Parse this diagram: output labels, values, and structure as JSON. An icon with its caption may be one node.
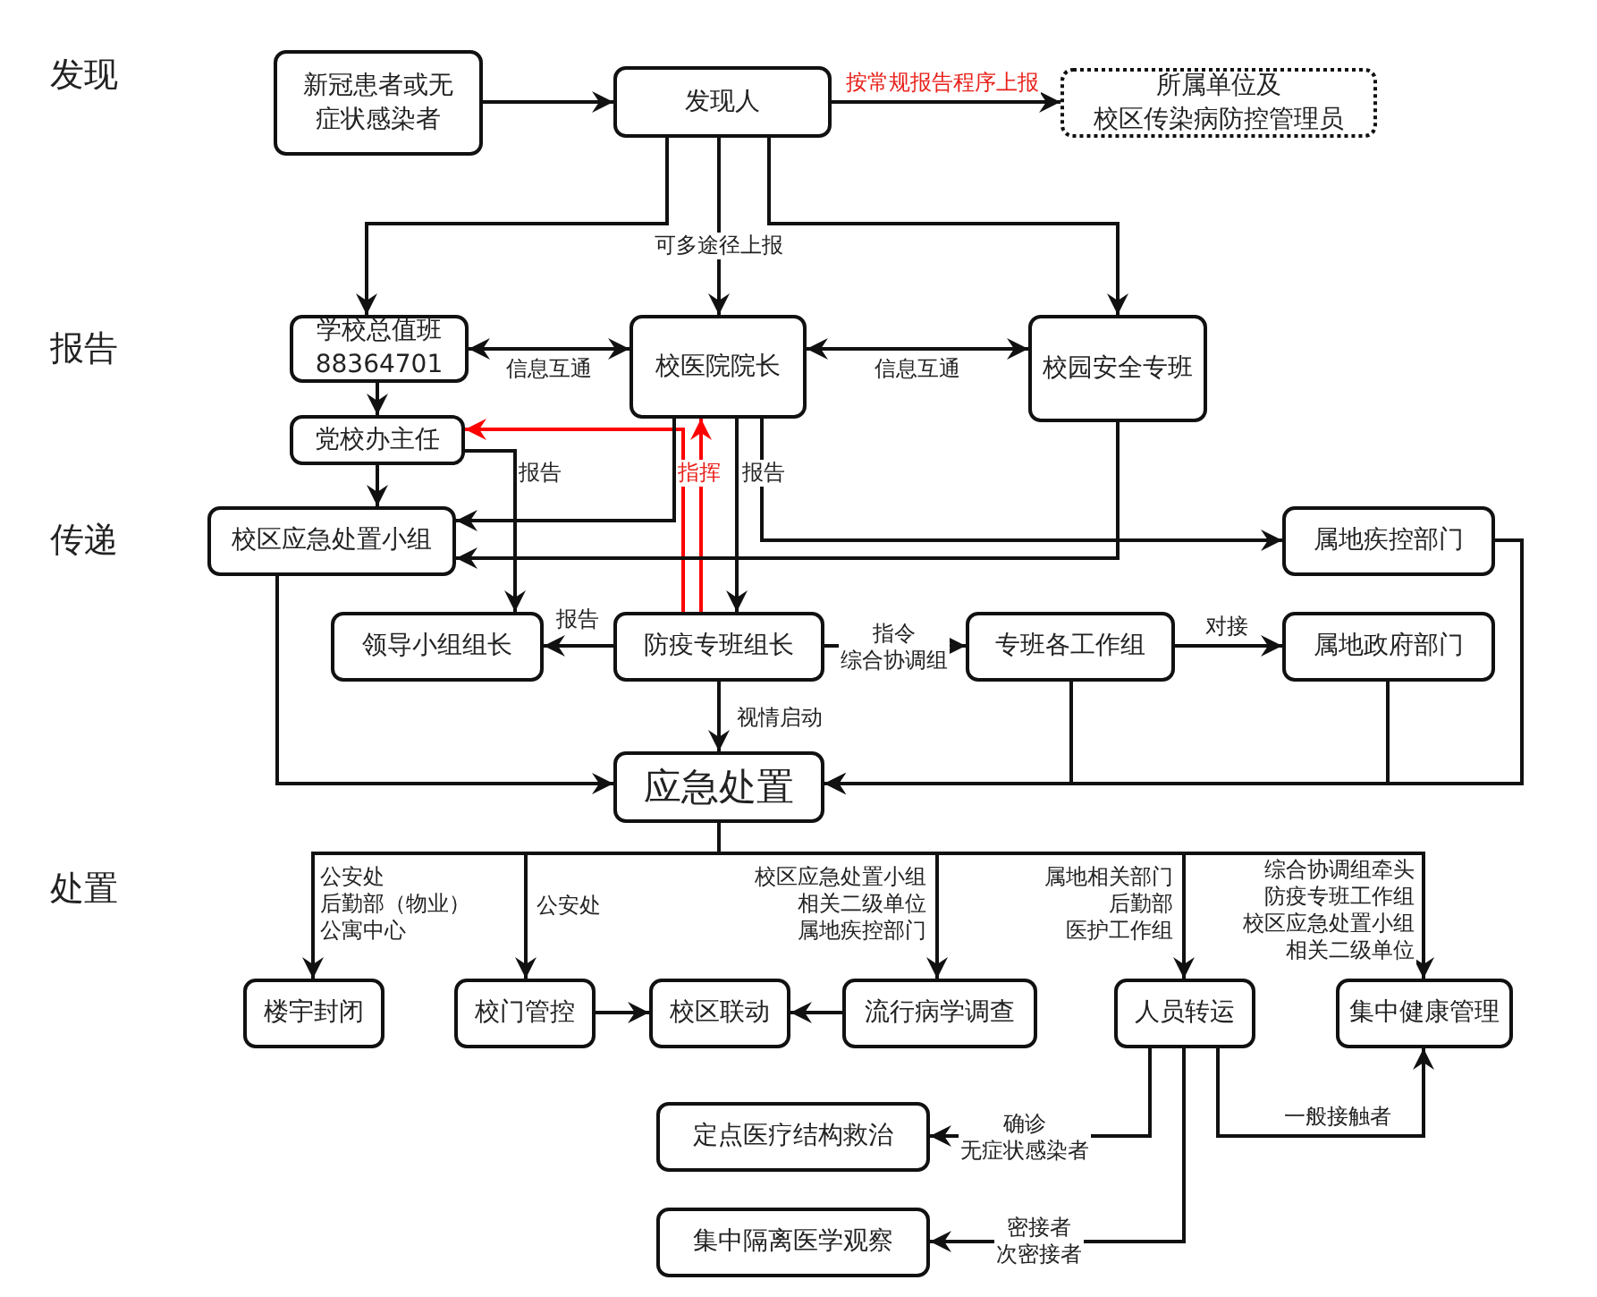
{
  "diagram": {
    "nodes": [
      {
        "text": [
          "新冠患者或无症状感染者"
        ]
      },
      {
        "text": [
          "发现人"
        ]
      },
      {
        "text": [
          "所属单位及校区传染病防控管理员"
        ]
      },
      {
        "text": [
          "学校总值班88364701"
        ]
      },
      {
        "text": [
          "校医院院长"
        ]
      },
      {
        "text": [
          "校园安全专班"
        ]
      },
      {
        "text": [
          "党校办主任"
        ]
      },
      {
        "text": [
          "校区应急处置小组"
        ]
      },
      {
        "text": [
          "属地疾控部门"
        ]
      },
      {
        "text": [
          "领导小组组长"
        ]
      },
      {
        "text": [
          "防疫专班组长"
        ]
      },
      {
        "text": [
          "专班各工作组"
        ]
      },
      {
        "text": [
          "属地政府部门"
        ]
      },
      {
        "text": [
          "应急处置"
        ]
      },
      {
        "text": [
          "楼宇封闭"
        ]
      },
      {
        "text": [
          "校门管控"
        ]
      },
      {
        "text": [
          "校区联动"
        ]
      },
      {
        "text": [
          "流行病学调查"
        ]
      },
      {
        "text": [
          "人员转运"
        ]
      },
      {
        "text": [
          "集中健康管理"
        ]
      },
      {
        "text": [
          "定点医疗结构救治"
        ]
      },
      {
        "text": [
          "集中隔离医学观察"
        ]
      }
    ],
    "edges": [
      {
        "from": 0,
        "to": 1,
        "arrow": "to"
      },
      {
        "from": 1,
        "to": 2,
        "arrow": "to",
        "label": "按常规报告程序上报"
      },
      {
        "from": 1,
        "to": 3,
        "arrow": "to"
      },
      {
        "from": 1,
        "to": 4,
        "arrow": "to",
        "label": "可多途径上报"
      },
      {
        "from": 1,
        "to": 5,
        "arrow": "to"
      },
      {
        "from": 3,
        "to": 4,
        "arrow": "both",
        "label": "信息互通"
      },
      {
        "from": 4,
        "to": 5,
        "arrow": "both",
        "label": "信息互通"
      },
      {
        "from": 3,
        "to": 6,
        "arrow": "to"
      },
      {
        "from": 6,
        "to": 7,
        "arrow": "to"
      },
      {
        "from": 6,
        "to": 9,
        "arrow": "to",
        "label": "报告"
      },
      {
        "from": 10,
        "to": 6,
        "arrow": "to",
        "color": "#ff0000"
      },
      {
        "from": 10,
        "to": 4,
        "arrow": "to",
        "color": "#ff0000",
        "label": "指挥"
      },
      {
        "from": 4,
        "to": 7,
        "arrow": "to"
      },
      {
        "from": 4,
        "to": 10,
        "arrow": "to",
        "label": "报告"
      },
      {
        "from": 4,
        "to": 8,
        "arrow": "to"
      },
      {
        "from": 5,
        "to": 7,
        "arrow": "to"
      },
      {
        "from": 10,
        "to": 9,
        "arrow": "to",
        "label": "报告"
      },
      {
        "from": 10,
        "to": 11,
        "arrow": "to",
        "label": "指令综合协调组"
      },
      {
        "from": 11,
        "to": 12,
        "arrow": "to",
        "label": "对接"
      },
      {
        "from": 10,
        "to": 13,
        "arrow": "to",
        "label": "视情启动"
      },
      {
        "from": 7,
        "to": 13,
        "arrow": "to"
      },
      {
        "from": 11,
        "to": 13,
        "arrow": "to"
      },
      {
        "from": 12,
        "to": 13,
        "arrow": "to"
      },
      {
        "from": 8,
        "to": 13,
        "arrow": "to"
      },
      {
        "from": 13,
        "to": 14,
        "arrow": "to",
        "label": "公安处后勤部（物业）公寓中心"
      },
      {
        "from": 13,
        "to": 15,
        "arrow": "to",
        "label": "公安处"
      },
      {
        "from": 13,
        "to": 17,
        "arrow": "to",
        "label": "校区应急处置小组相关二级单位属地疾控部门"
      },
      {
        "from": 13,
        "to": 18,
        "arrow": "to",
        "label": "属地相关部门后勤部医护工作组"
      },
      {
        "from": 13,
        "to": 19,
        "arrow": "to",
        "label": "综合协调组牵头防疫专班工作组校区应急处置小组相关二级单位"
      },
      {
        "from": 15,
        "to": 16,
        "arrow": "to"
      },
      {
        "from": 17,
        "to": 16,
        "arrow": "to"
      },
      {
        "from": 18,
        "to": 20,
        "arrow": "to",
        "label": "确诊无症状感染者"
      },
      {
        "from": 18,
        "to": 21,
        "arrow": "to",
        "label": "密接者次密接者"
      },
      {
        "from": 18,
        "to": 19,
        "arrow": "to",
        "label": "一般接触者"
      }
    ],
    "labels": [
      "发现",
      "报告",
      "传递",
      "处置"
    ]
  }
}
